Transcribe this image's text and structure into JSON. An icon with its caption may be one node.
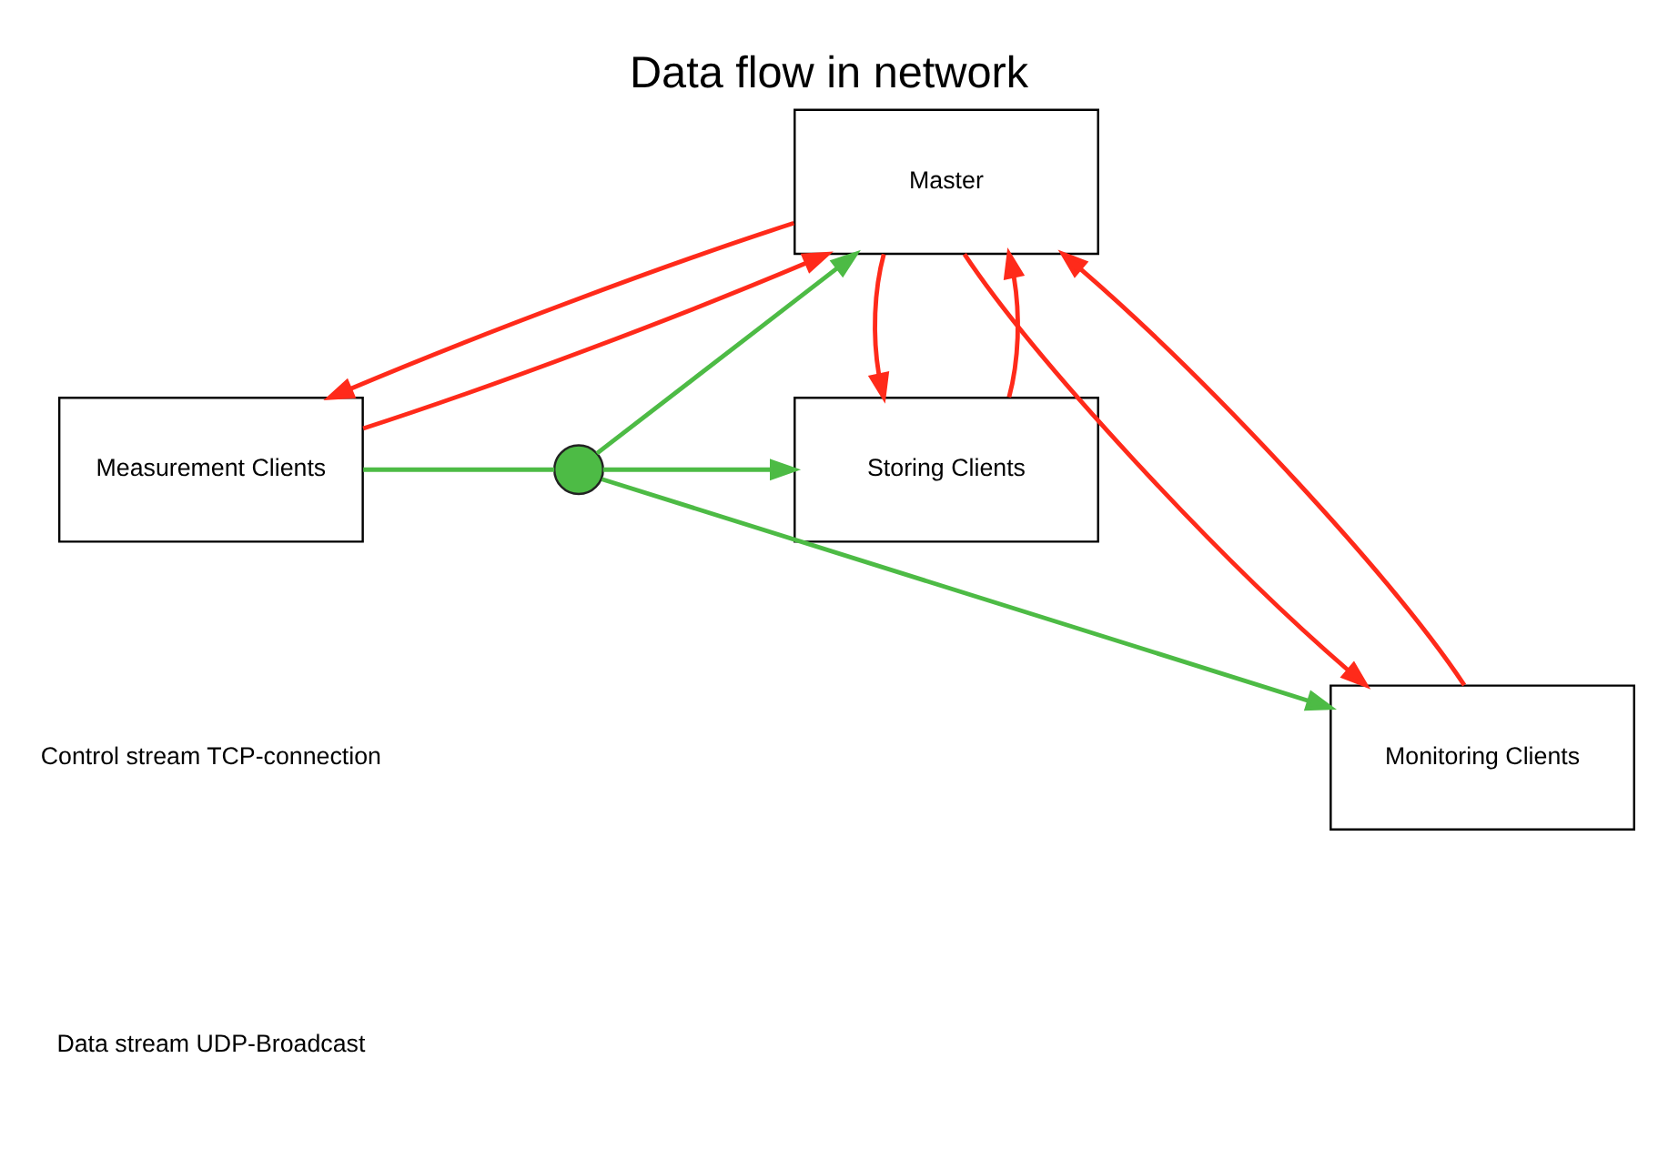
{
  "diagram": {
    "title": "Data flow in network",
    "nodes": [
      {
        "text": [
          "Master"
        ]
      },
      {
        "text": [
          "Measurement Clients"
        ]
      },
      {
        "text": [
          "Storing Clients"
        ]
      },
      {
        "text": [
          "Monitoring Clients"
        ]
      },
      {
        "text": [],
        "shape": "circle"
      }
    ],
    "edges": [
      {
        "from": 0,
        "to": 1,
        "arrow": "to"
      },
      {
        "from": 1,
        "to": 0,
        "arrow": "to"
      },
      {
        "from": 2,
        "to": 0,
        "arrow": "to"
      },
      {
        "from": 0,
        "to": 2,
        "arrow": "to"
      },
      {
        "from": 0,
        "to": 3,
        "arrow": "to"
      },
      {
        "from": 3,
        "to": 0,
        "arrow": "to"
      },
      {
        "from": 1,
        "to": 4,
        "arrow": "none",
        "color": "#4dbb45"
      },
      {
        "from": 4,
        "to": 2,
        "arrow": "to",
        "color": "#4dbb45"
      },
      {
        "from": 4,
        "to": 0,
        "arrow": "to",
        "color": "#4dbb45"
      },
      {
        "from": 4,
        "to": 3,
        "arrow": "to",
        "color": "#4dbb45"
      }
    ],
    "legend": [
      {
        "text": "Control stream TCP-connection"
      },
      {
        "text": "Data stream UDP-Broadcast"
      }
    ]
  }
}
